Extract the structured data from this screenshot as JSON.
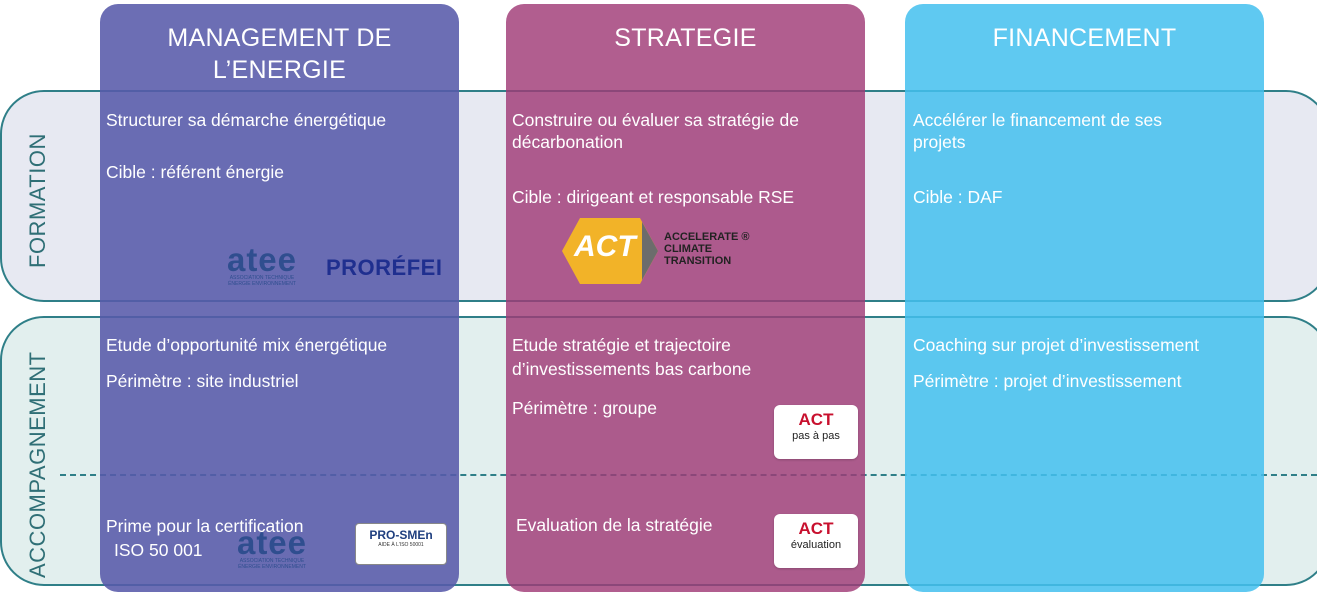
{
  "rows": {
    "formation": "FORMATION",
    "accompagnement": "ACCOMPAGNEMENT"
  },
  "columns": {
    "management": {
      "title_line1": "MANAGEMENT  DE",
      "title_line2": "L’ENERGIE",
      "formation_text": "Structurer sa démarche énergétique",
      "formation_target": "Cible :  référent énergie",
      "accomp_text": "Etude d’opportunité mix énergétique",
      "accomp_scope": "Périmètre :  site industriel",
      "prime_line1": "Prime pour la certification",
      "prime_line2": "ISO 50 001",
      "logo_atee": "atee",
      "logo_atee_sub": "ASSOCIATION TECHNIQUE ÉNERGIE ENVIRONNEMENT",
      "logo_prorefei": "PRORÉFEI",
      "logo_prosmen": "PRO-SMEn",
      "logo_prosmen_sub": "AIDE À L'ISO 50001"
    },
    "strategie": {
      "title": "STRATEGIE",
      "formation_text_line1": "Construire ou évaluer sa stratégie de",
      "formation_text_line2": "décarbonation",
      "formation_target": "Cible :  dirigeant et responsable RSE",
      "logo_act": "ACT",
      "logo_act_line1": "ACCELERATE ®",
      "logo_act_line2": "CLIMATE",
      "logo_act_line3": "TRANSITION",
      "accomp_text_line1": "Etude stratégie et trajectoire",
      "accomp_text_line2": "d’investissements bas carbone",
      "accomp_scope": "Périmètre :  groupe",
      "badge_pas_act": "ACT",
      "badge_pas_sub": "pas à pas",
      "eval_text": "Evaluation de la stratégie",
      "badge_eval_act": "ACT",
      "badge_eval_sub": "évaluation"
    },
    "financement": {
      "title": "FINANCEMENT",
      "formation_text_line1": "Accélérer le financement de ses",
      "formation_text_line2": "projets",
      "formation_target": "Cible :  DAF",
      "accomp_text": "Coaching sur projet d’investissement",
      "accomp_scope": "Périmètre :  projet d’investissement"
    }
  },
  "colors": {
    "management": "#585aaa",
    "strategie": "#a03a76",
    "financement": "#43c0ee",
    "band_border": "#2f7f88"
  }
}
